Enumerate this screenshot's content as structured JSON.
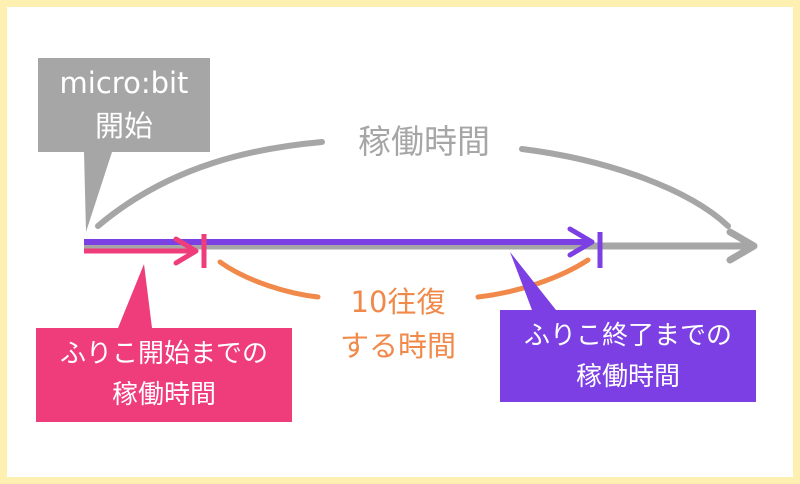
{
  "diagram": {
    "start_label": {
      "line1": "micro:bit",
      "line2": "開始"
    },
    "uptime_label": "稼働時間",
    "swing_label": {
      "line1": "10往復",
      "line2": "する時間"
    },
    "pendulum_start_label": {
      "line1": "ふりこ開始までの",
      "line2": "稼働時間"
    },
    "pendulum_end_label": {
      "line1": "ふりこ終了までの",
      "line2": "稼働時間"
    },
    "colors": {
      "frame": "#fdf0b0",
      "gray": "#a6a6a6",
      "pink": "#ef3d7c",
      "purple": "#7c3fe4",
      "orange": "#f0894a",
      "white": "#ffffff"
    }
  }
}
